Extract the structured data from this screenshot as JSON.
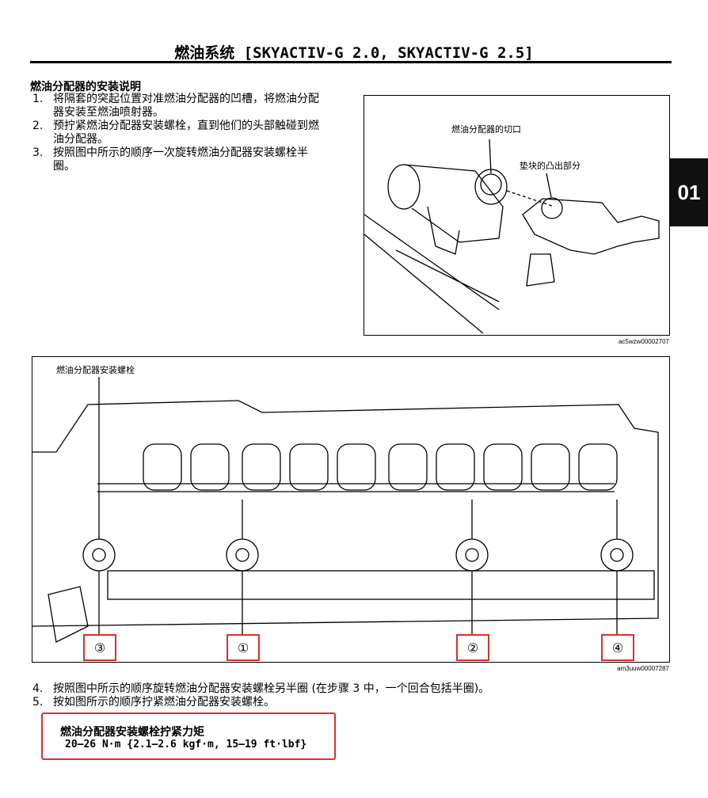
{
  "header": {
    "title": "燃油系统 [SKYACTIV-G 2.0, SKYACTIV-G 2.5]",
    "section_tab": "01"
  },
  "section": {
    "heading": "燃油分配器的安装说明",
    "steps_top": [
      {
        "num": "1.",
        "text": "将隔套的突起位置对准燃油分配器的凹槽，将燃油分配器安装至燃油喷射器。"
      },
      {
        "num": "2.",
        "text": "预拧紧燃油分配器安装螺栓，直到他们的头部触碰到燃油分配器。"
      },
      {
        "num": "3.",
        "text": "按照图中所示的顺序一次旋转燃油分配器安装螺栓半圈。"
      }
    ],
    "steps_bottom": [
      {
        "num": "4.",
        "text": "按照图中所示的顺序旋转燃油分配器安装螺栓另半圈 (在步骤 3 中，一个回合包括半圈)。"
      },
      {
        "num": "5.",
        "text": "按如图所示的顺序拧紧燃油分配器安装螺栓。"
      }
    ]
  },
  "figure1": {
    "label_notch": "燃油分配器的切口",
    "label_protrusion": "垫块的凸出部分",
    "code": "ac5wzw00002707"
  },
  "figure2": {
    "label_bolt": "燃油分配器安装螺栓",
    "order": [
      "③",
      "①",
      "②",
      "④"
    ],
    "code": "am3uuw00007287",
    "highlight_color": "#d9302a"
  },
  "torque": {
    "title": "燃油分配器安装螺栓拧紧力矩",
    "value": "20—26 N·m {2.1—2.6 kgf·m, 15—19 ft·lbf}"
  }
}
